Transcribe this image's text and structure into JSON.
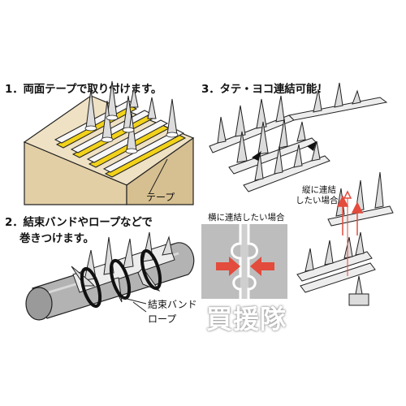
{
  "steps": {
    "step1": "1．両面テープで取り付けます。",
    "step2_line1": "2．結束バンドやロープなどで",
    "step2_line2": "巻きつけます。",
    "step3": "3．タテ・ヨコ連結可能！"
  },
  "labels": {
    "tape": "テープ",
    "band_rope_line1": "結束バンド",
    "band_rope_line2": "ロープ",
    "horizontal_connect": "横に連結したい場合",
    "vertical_connect_line1": "縦に連結",
    "vertical_connect_line2": "したい場合"
  },
  "watermark": "買援隊",
  "colors": {
    "tape_yellow": "#f2d21a",
    "arrow_red": "#e34b3c",
    "box": "#e6d3ad"
  }
}
